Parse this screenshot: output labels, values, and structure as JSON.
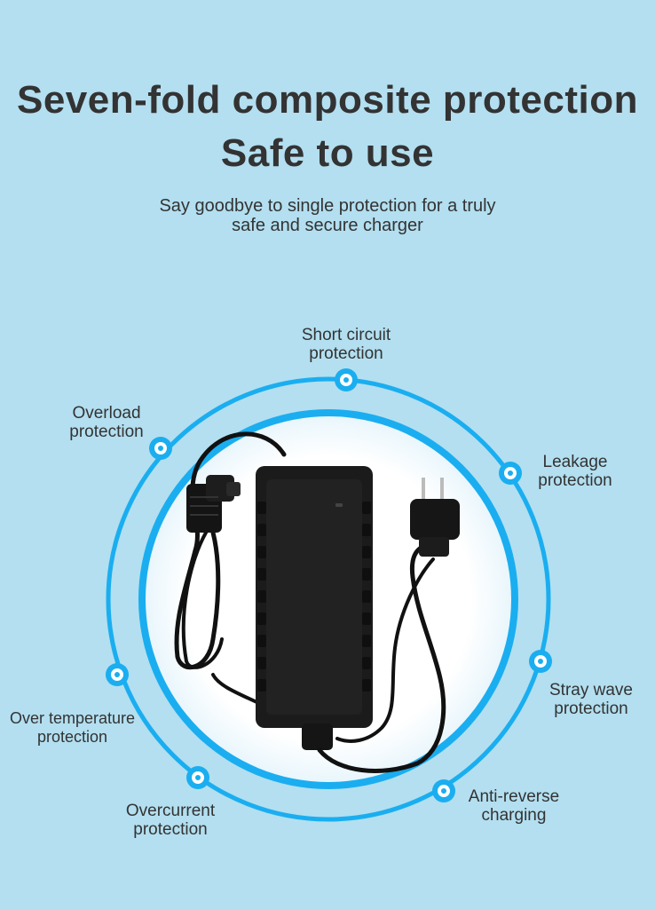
{
  "heading": {
    "line1": "Seven-fold composite protection",
    "line2": "Safe to use"
  },
  "subheading": {
    "line1": "Say goodbye to single protection for a truly",
    "line2": "safe and secure charger"
  },
  "protections": [
    {
      "line1": "Short circuit",
      "line2": "protection"
    },
    {
      "line1": "Overload",
      "line2": "protection"
    },
    {
      "line1": "Leakage",
      "line2": "protection"
    },
    {
      "line1": "Stray wave",
      "line2": "protection"
    },
    {
      "line1": "Anti-reverse",
      "line2": "charging"
    },
    {
      "line1": "Overcurrent",
      "line2": "protection"
    },
    {
      "line1": "Over temperature",
      "line2": "protection"
    }
  ],
  "colors": {
    "background": "#b3dff0",
    "ring_blue": "#1aaef0",
    "text": "#333333"
  }
}
